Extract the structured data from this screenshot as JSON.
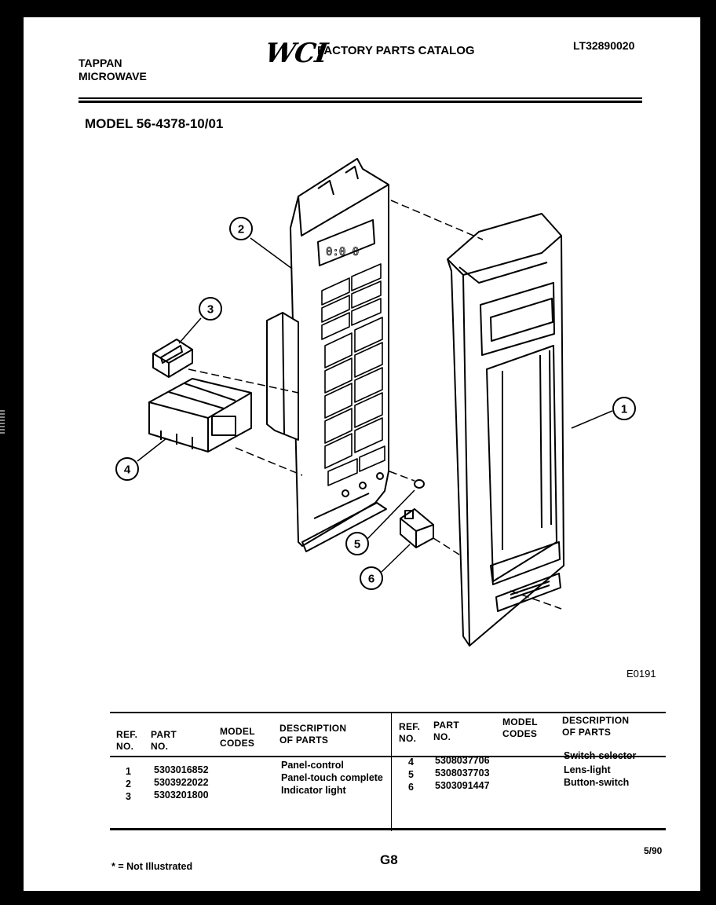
{
  "header": {
    "brand_line1": "TAPPAN",
    "brand_line2": "MICROWAVE",
    "logo": "WCI",
    "catalog_title": "FACTORY PARTS CATALOG",
    "catalog_code": "LT32890020",
    "model": "MODEL 56-4378-10/01"
  },
  "figure": {
    "code": "E0191",
    "callouts": [
      "1",
      "2",
      "3",
      "4",
      "5",
      "6"
    ]
  },
  "table": {
    "headers": {
      "ref": "REF.\nNO.",
      "part": "PART\nNO.",
      "model": "MODEL\nCODES",
      "desc": "DESCRIPTION\nOF PARTS"
    },
    "left_rows": [
      {
        "ref": "1",
        "part": "5303016852",
        "desc": "Panel-control"
      },
      {
        "ref": "2",
        "part": "5303922022",
        "desc": "Panel-touch complete"
      },
      {
        "ref": "3",
        "part": "5303201800",
        "desc": "Indicator light"
      }
    ],
    "right_rows": [
      {
        "ref": "4",
        "part": "5308037706",
        "desc": "Switch-selector"
      },
      {
        "ref": "5",
        "part": "5308037703",
        "desc": "Lens-light"
      },
      {
        "ref": "6",
        "part": "5303091447",
        "desc": "Button-switch"
      }
    ]
  },
  "footer": {
    "note": "* = Not Illustrated",
    "page": "G8",
    "date": "5/90"
  }
}
